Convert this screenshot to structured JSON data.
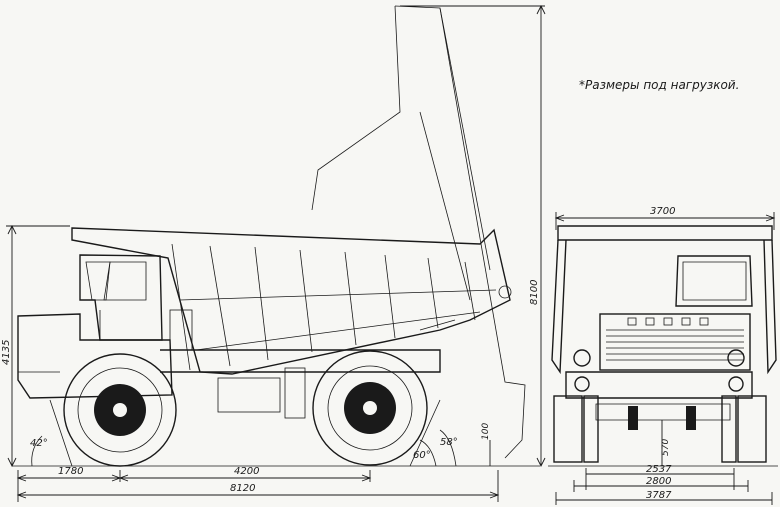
{
  "note": "*Размеры под нагрузкой.",
  "side_view": {
    "overall_height": "4135",
    "tipped_height": "8100",
    "ground_clearance": "100",
    "approach_angle": "42°",
    "departure_angle": "60°",
    "tipping_angle": "58°",
    "front_overhang": "1780",
    "wheelbase": "4200",
    "overall_length": "8120"
  },
  "front_view": {
    "overall_width": "3700",
    "axle_clearance": "570",
    "track_front": "2537",
    "track_outer": "2800",
    "tire_width_total": "3787"
  }
}
